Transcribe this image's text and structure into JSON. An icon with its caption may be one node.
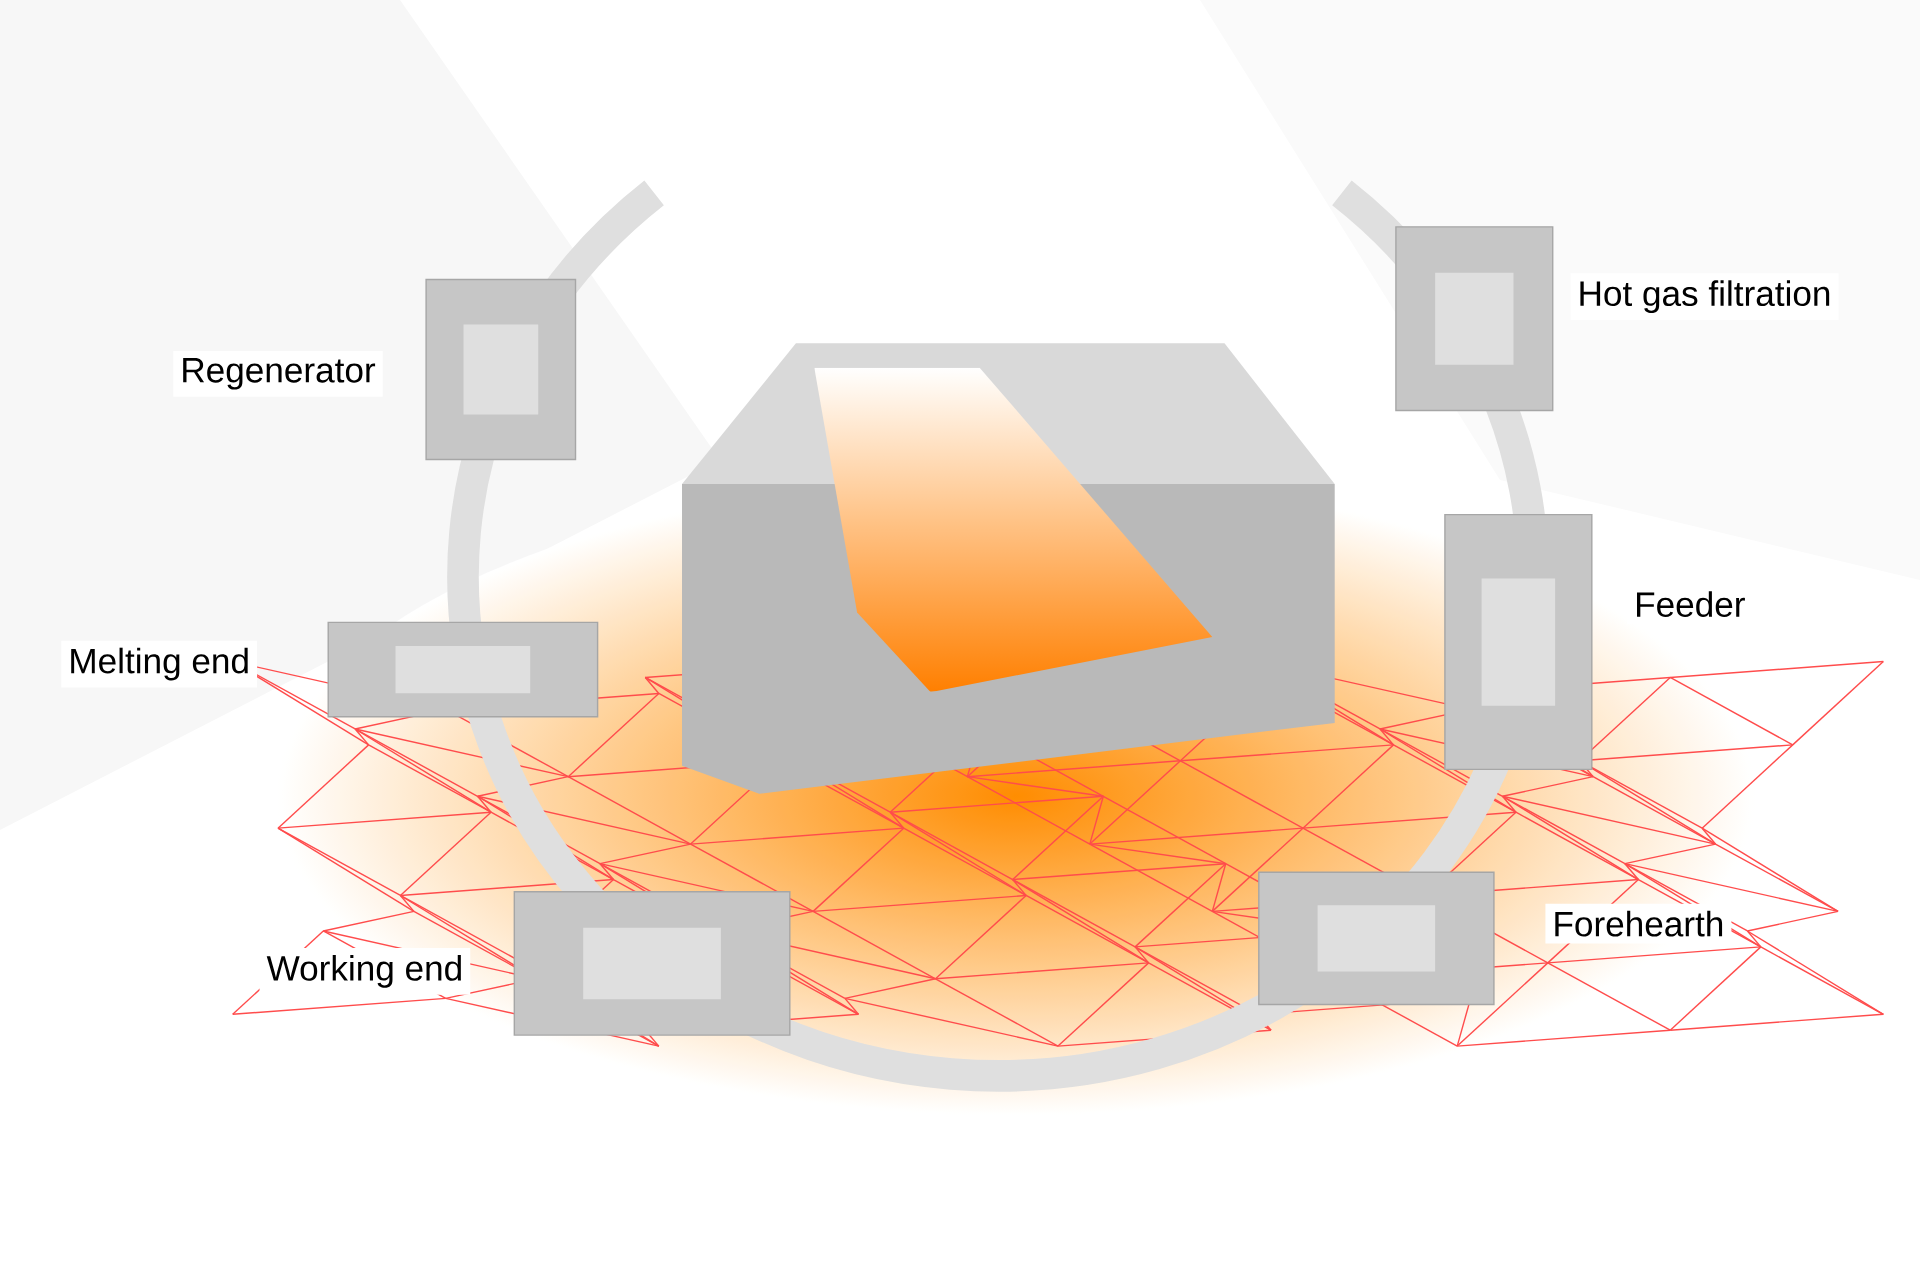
{
  "diagram": {
    "labels": [
      "Regenerator",
      "Hot gas filtration",
      "Melting end",
      "Feeder",
      "Working end",
      "Forehearth"
    ]
  }
}
